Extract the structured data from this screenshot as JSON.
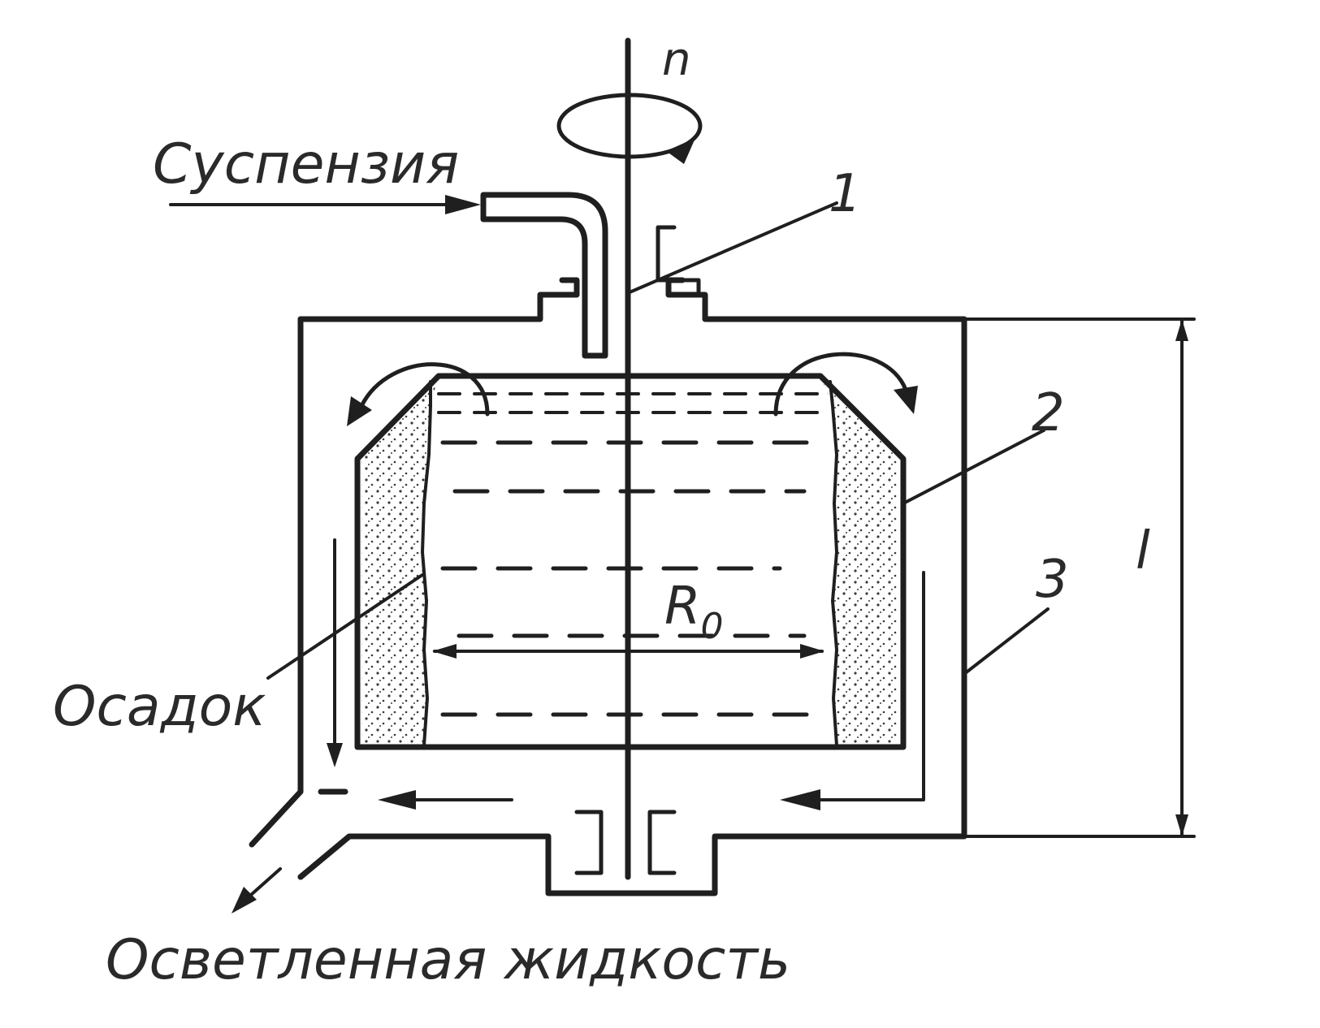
{
  "labels": {
    "suspension": "Суспензия",
    "rotation": "n",
    "shaft_number": "1",
    "rotor_number": "2",
    "casing_number": "3",
    "sediment": "Осадок",
    "radius": "R",
    "radius_subscript": "0",
    "height": "l",
    "clarified_liquid": "Осветленная жидкость"
  },
  "colors": {
    "line": "#1f1f1f",
    "text": "#2a2a2a",
    "sediment_dots": "#3a3a3a"
  }
}
